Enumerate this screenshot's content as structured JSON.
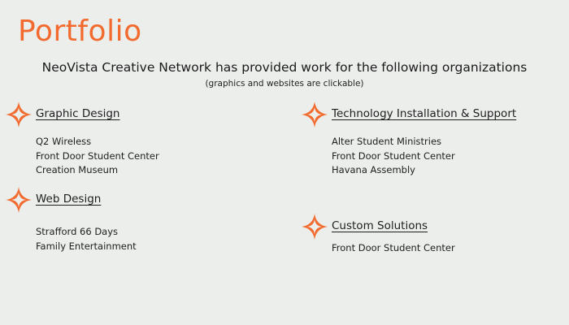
{
  "page": {
    "title": "Portfolio",
    "subtitle": "NeoVista Creative Network has provided work for the following organizations",
    "note": "(graphics and websites are clickable)"
  },
  "colors": {
    "accent": "#f26a2e",
    "star_inner": "#c0392b",
    "background": "#eceeec",
    "text": "#1e1e1e"
  },
  "icons": {
    "section_marker": "four-point-star-icon"
  },
  "sections": [
    {
      "heading": "Graphic Design",
      "items": [
        "Q2 Wireless",
        "Front Door Student Center",
        "Creation Museum"
      ]
    },
    {
      "heading": "Technology Installation & Support",
      "items": [
        "Alter Student Ministries",
        "Front Door Student Center",
        "Havana Assembly"
      ]
    },
    {
      "heading": "Web Design",
      "items": [
        "Strafford 66 Days",
        "Family Entertainment"
      ]
    },
    {
      "heading": "Custom Solutions",
      "items": [
        "Front Door Student Center"
      ]
    }
  ]
}
